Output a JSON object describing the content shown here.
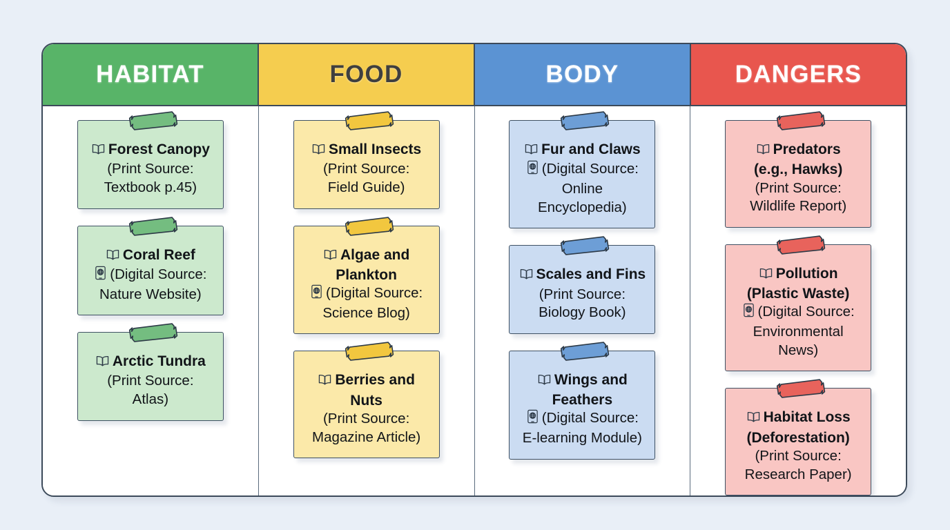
{
  "background_color": "#e9eff7",
  "board": {
    "background": "#ffffff",
    "border_color": "#3c4a5a"
  },
  "icons": {
    "print": "open-book-icon",
    "digital": "tablet-globe-icon",
    "tape": "tape-strip-icon"
  },
  "columns": [
    {
      "id": "habitat",
      "header": {
        "label": "HABITAT",
        "bg": "#58b468",
        "text_color": "#ffffff"
      },
      "card_bg": "#cce9cd",
      "tape_bg": "#74bd80",
      "cards": [
        {
          "name": "forest-canopy",
          "lines": [
            {
              "text": "Forest Canopy",
              "bold": true,
              "icon": "print"
            },
            {
              "text": "(Print Source:",
              "bold": false,
              "icon": null
            },
            {
              "text": "Textbook p.45)",
              "bold": false,
              "icon": null
            }
          ]
        },
        {
          "name": "coral-reef",
          "lines": [
            {
              "text": "Coral Reef",
              "bold": true,
              "icon": "print"
            },
            {
              "text": "(Digital Source:",
              "bold": false,
              "icon": "digital"
            },
            {
              "text": "Nature Website)",
              "bold": false,
              "icon": null
            }
          ]
        },
        {
          "name": "arctic-tundra",
          "lines": [
            {
              "text": "Arctic Tundra",
              "bold": true,
              "icon": "print"
            },
            {
              "text": "(Print Source:",
              "bold": false,
              "icon": null
            },
            {
              "text": "Atlas)",
              "bold": false,
              "icon": null
            }
          ]
        }
      ]
    },
    {
      "id": "food",
      "header": {
        "label": "FOOD",
        "bg": "#f5cd4f",
        "text_color": "#3f3f3f"
      },
      "card_bg": "#fbe9a9",
      "tape_bg": "#f2c73f",
      "cards": [
        {
          "name": "small-insects",
          "lines": [
            {
              "text": "Small Insects",
              "bold": true,
              "icon": "print"
            },
            {
              "text": "(Print Source:",
              "bold": false,
              "icon": null
            },
            {
              "text": "Field Guide)",
              "bold": false,
              "icon": null
            }
          ]
        },
        {
          "name": "algae-and-plankton",
          "lines": [
            {
              "text": "Algae and",
              "bold": true,
              "icon": "print"
            },
            {
              "text": "Plankton",
              "bold": true,
              "icon": null
            },
            {
              "text": "(Digital Source:",
              "bold": false,
              "icon": "digital"
            },
            {
              "text": "Science Blog)",
              "bold": false,
              "icon": null
            }
          ]
        },
        {
          "name": "berries-and-nuts",
          "lines": [
            {
              "text": "Berries and",
              "bold": true,
              "icon": "print"
            },
            {
              "text": "Nuts",
              "bold": true,
              "icon": null
            },
            {
              "text": "(Print Source:",
              "bold": false,
              "icon": null
            },
            {
              "text": "Magazine Article)",
              "bold": false,
              "icon": null
            }
          ]
        }
      ]
    },
    {
      "id": "body",
      "header": {
        "label": "BODY",
        "bg": "#5b93d3",
        "text_color": "#ffffff"
      },
      "card_bg": "#cbdcf2",
      "tape_bg": "#6d9ed6",
      "cards": [
        {
          "name": "fur-and-claws",
          "lines": [
            {
              "text": "Fur and Claws",
              "bold": true,
              "icon": "print"
            },
            {
              "text": "(Digital Source:",
              "bold": false,
              "icon": "digital"
            },
            {
              "text": "Online",
              "bold": false,
              "icon": null
            },
            {
              "text": "Encyclopedia)",
              "bold": false,
              "icon": null
            }
          ]
        },
        {
          "name": "scales-and-fins",
          "lines": [
            {
              "text": "Scales and Fins",
              "bold": true,
              "icon": "print"
            },
            {
              "text": "(Print Source:",
              "bold": false,
              "icon": null
            },
            {
              "text": "Biology Book)",
              "bold": false,
              "icon": null
            }
          ]
        },
        {
          "name": "wings-and-feathers",
          "lines": [
            {
              "text": "Wings and",
              "bold": true,
              "icon": "print"
            },
            {
              "text": "Feathers",
              "bold": true,
              "icon": null
            },
            {
              "text": "(Digital Source:",
              "bold": false,
              "icon": "digital"
            },
            {
              "text": "E-learning Module)",
              "bold": false,
              "icon": null
            }
          ]
        }
      ]
    },
    {
      "id": "dangers",
      "header": {
        "label": "DANGERS",
        "bg": "#e8564e",
        "text_color": "#ffffff"
      },
      "card_bg": "#f9c6c3",
      "tape_bg": "#e8635c",
      "cards": [
        {
          "name": "predators",
          "lines": [
            {
              "text": "Predators",
              "bold": true,
              "icon": "print"
            },
            {
              "text": "(e.g., Hawks)",
              "bold": true,
              "icon": null
            },
            {
              "text": "(Print Source:",
              "bold": false,
              "icon": null
            },
            {
              "text": "Wildlife Report)",
              "bold": false,
              "icon": null
            }
          ]
        },
        {
          "name": "pollution",
          "lines": [
            {
              "text": "Pollution",
              "bold": true,
              "icon": "print"
            },
            {
              "text": "(Plastic Waste)",
              "bold": true,
              "icon": null
            },
            {
              "text": "(Digital Source:",
              "bold": false,
              "icon": "digital"
            },
            {
              "text": "Environmental News)",
              "bold": false,
              "icon": null
            }
          ]
        },
        {
          "name": "habitat-loss",
          "lines": [
            {
              "text": "Habitat Loss",
              "bold": true,
              "icon": "print"
            },
            {
              "text": "(Deforestation)",
              "bold": true,
              "icon": null
            },
            {
              "text": "(Print Source:",
              "bold": false,
              "icon": null
            },
            {
              "text": "Research Paper)",
              "bold": false,
              "icon": null
            }
          ]
        }
      ]
    }
  ]
}
